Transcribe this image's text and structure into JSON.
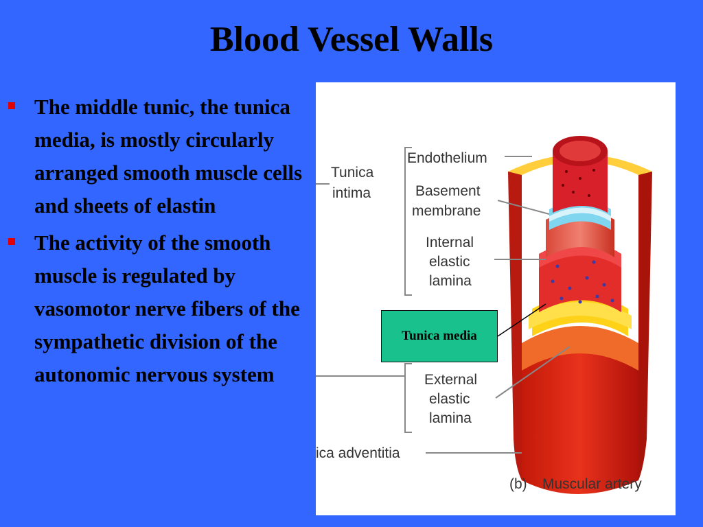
{
  "slide": {
    "title": "Blood Vessel Walls",
    "bullets": [
      "The middle tunic, the tunica media, is mostly circularly arranged smooth muscle cells and sheets of elastin",
      "The activity of the smooth muscle is regulated by vasomotor nerve fibers of the sympathetic division of the autonomic nervous system"
    ],
    "colors": {
      "background": "#3366ff",
      "bullet": "#e00000",
      "callout": "#19c28c"
    }
  },
  "figure": {
    "labels": {
      "tunica_intima_1": "Tunica",
      "tunica_intima_2": "intima",
      "endothelium": "Endothelium",
      "basement_1": "Basement",
      "basement_2": "membrane",
      "internal_1": "Internal",
      "internal_2": "elastic",
      "internal_3": "lamina",
      "external_1": "External",
      "external_2": "elastic",
      "external_3": "lamina",
      "adventitia": "ica adventitia",
      "caption_letter": "(b)",
      "caption_text": "Muscular artery"
    },
    "callout": "Tunica media"
  }
}
